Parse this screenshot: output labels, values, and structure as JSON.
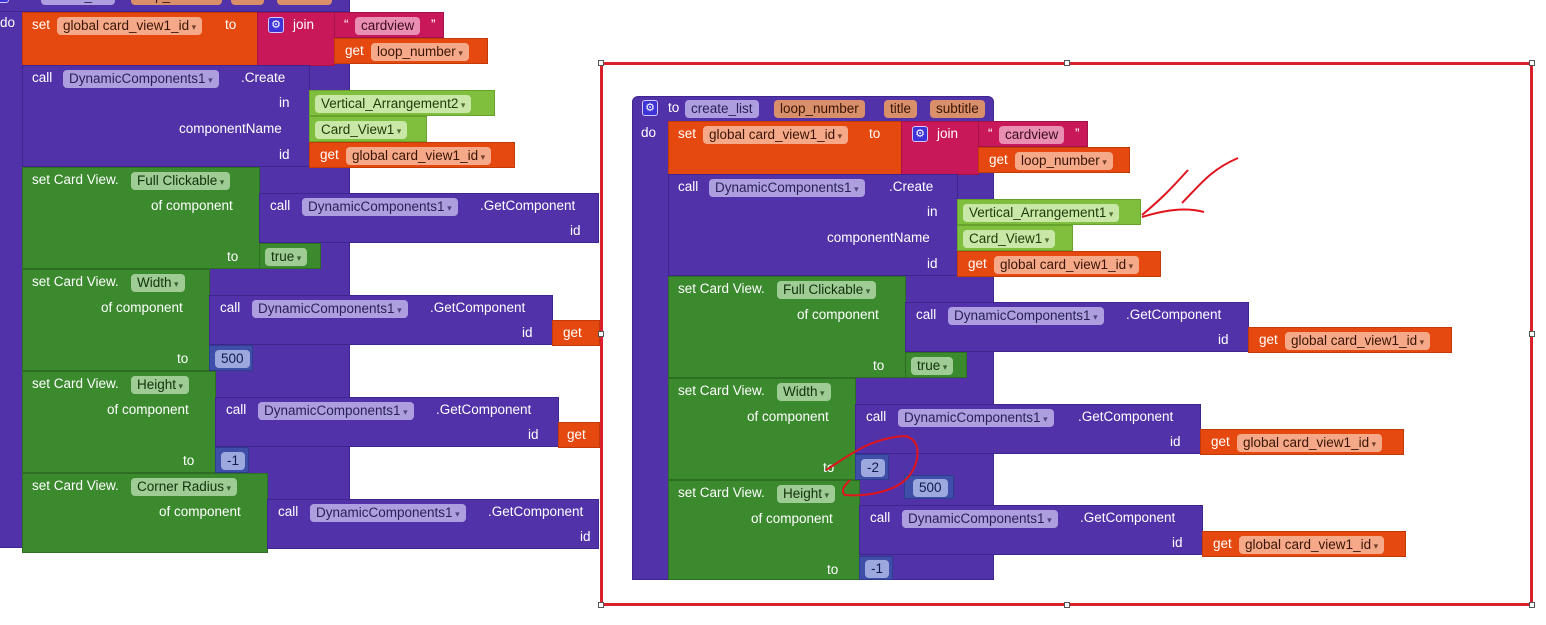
{
  "left_procedure": {
    "header": {
      "to": "to",
      "name": "create_list",
      "params": [
        "loop_number",
        "title",
        "subtitle"
      ],
      "do": "do"
    },
    "set_global": {
      "set": "set",
      "var": "global card_view1_id",
      "to": "to",
      "join": "join",
      "quote_open": "“",
      "quote_close": "”",
      "text": "cardview",
      "get": "get",
      "get_var": "loop_number"
    },
    "create_call": {
      "call": "call",
      "component": "DynamicComponents1",
      "method": ".Create",
      "in_label": "in",
      "in_value": "Vertical_Arrangement2",
      "name_label": "componentName",
      "name_value": "Card_View1",
      "id_label": "id",
      "id_get": "get",
      "id_var": "global card_view1_id"
    },
    "setters": [
      {
        "prefix": "set Card View.",
        "prop": "Full Clickable",
        "of": "of component",
        "call": "call",
        "component": "DynamicComponents1",
        "method": ".GetComponent",
        "id": "id",
        "get": "",
        "to": "to",
        "value": "true"
      },
      {
        "prefix": "set Card View.",
        "prop": "Width",
        "of": "of component",
        "call": "call",
        "component": "DynamicComponents1",
        "method": ".GetComponent",
        "id": "id",
        "get": "get",
        "to": "to",
        "value": "500"
      },
      {
        "prefix": "set Card View.",
        "prop": "Height",
        "of": "of component",
        "call": "call",
        "component": "DynamicComponents1",
        "method": ".GetComponent",
        "id": "id",
        "get": "get",
        "to": "to",
        "value": "-1"
      },
      {
        "prefix": "set Card View.",
        "prop": "Corner Radius",
        "of": "of component",
        "call": "call",
        "component": "DynamicComponents1",
        "method": ".GetComponent",
        "id": "id"
      }
    ]
  },
  "right_procedure": {
    "header": {
      "to": "to",
      "name": "create_list",
      "params": [
        "loop_number",
        "title",
        "subtitle"
      ],
      "do": "do"
    },
    "set_global": {
      "set": "set",
      "var": "global card_view1_id",
      "to": "to",
      "join": "join",
      "quote_open": "“",
      "quote_close": "”",
      "text": "cardview",
      "get": "get",
      "get_var": "loop_number"
    },
    "create_call": {
      "call": "call",
      "component": "DynamicComponents1",
      "method": ".Create",
      "in_label": "in",
      "in_value": "Vertical_Arrangement1",
      "name_label": "componentName",
      "name_value": "Card_View1",
      "id_label": "id",
      "id_get": "get",
      "id_var": "global card_view1_id"
    },
    "setters": [
      {
        "prefix": "set Card View.",
        "prop": "Full Clickable",
        "of": "of component",
        "call": "call",
        "component": "DynamicComponents1",
        "method": ".GetComponent",
        "id": "id",
        "get": "get",
        "get_var": "global card_view1_id",
        "to": "to",
        "value": "true"
      },
      {
        "prefix": "set Card View.",
        "prop": "Width",
        "of": "of component",
        "call": "call",
        "component": "DynamicComponents1",
        "method": ".GetComponent",
        "id": "id",
        "get": "get",
        "get_var": "global card_view1_id",
        "to": "to",
        "value": "-2"
      },
      {
        "prefix": "set Card View.",
        "prop": "Height",
        "of": "of component",
        "call": "call",
        "component": "DynamicComponents1",
        "method": ".GetComponent",
        "id": "id",
        "get": "get",
        "get_var": "global card_view1_id",
        "to": "to",
        "value": "-1"
      }
    ],
    "loose_number": "500"
  },
  "colors": {
    "procedure": "#5232a8",
    "variable": "#e6490f",
    "text": "#c8185a",
    "component_setter": "#3b8a2e",
    "component_ref": "#7fbf3d",
    "math": "#3f4ea8",
    "annotation": "#d8212b"
  }
}
